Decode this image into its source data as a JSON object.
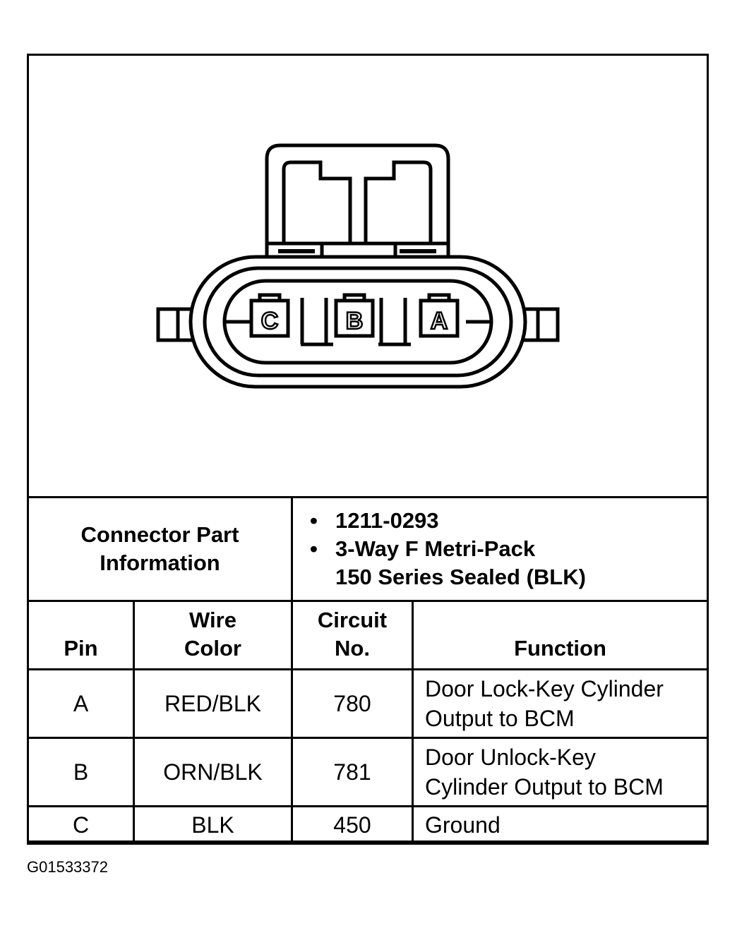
{
  "connector": {
    "pin_labels": [
      "C",
      "B",
      "A"
    ]
  },
  "part_info": {
    "label_line1": "Connector Part",
    "label_line2": "Information",
    "part_number": "1211-0293",
    "description_line1": "3-Way F Metri-Pack",
    "description_line2": "150 Series Sealed (BLK)"
  },
  "columns": {
    "pin": "Pin",
    "wire_color_line1": "Wire",
    "wire_color_line2": "Color",
    "circuit_line1": "Circuit",
    "circuit_line2": "No.",
    "function": "Function"
  },
  "rows": [
    {
      "pin": "A",
      "wire_color": "RED/BLK",
      "circuit": "780",
      "function_line1": "Door Lock-Key Cylinder",
      "function_line2": "Output to BCM"
    },
    {
      "pin": "B",
      "wire_color": "ORN/BLK",
      "circuit": "781",
      "function_line1": "Door Unlock-Key",
      "function_line2": "Cylinder Output to BCM"
    },
    {
      "pin": "C",
      "wire_color": "BLK",
      "circuit": "450",
      "function_line1": "Ground",
      "function_line2": ""
    }
  ],
  "figure_id": "G01533372"
}
